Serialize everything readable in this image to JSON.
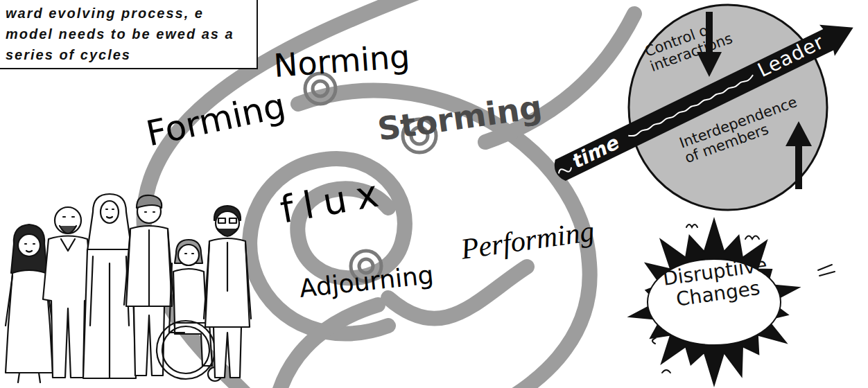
{
  "diagram": {
    "nodes": [
      {
        "text": [
          "ward evolving process, e model needs to be ewed as a series of cycles"
        ]
      },
      {
        "text": [
          "Control of interactions",
          "Interdependence of members"
        ]
      },
      {
        "text": [
          "time",
          "Leader"
        ],
        "in": 1
      },
      {
        "text": [
          "Disruptiive Changes"
        ]
      }
    ],
    "labels": [
      "Norming",
      "Forming",
      "Storming",
      "flux",
      "Performing",
      "Adjourning"
    ]
  }
}
